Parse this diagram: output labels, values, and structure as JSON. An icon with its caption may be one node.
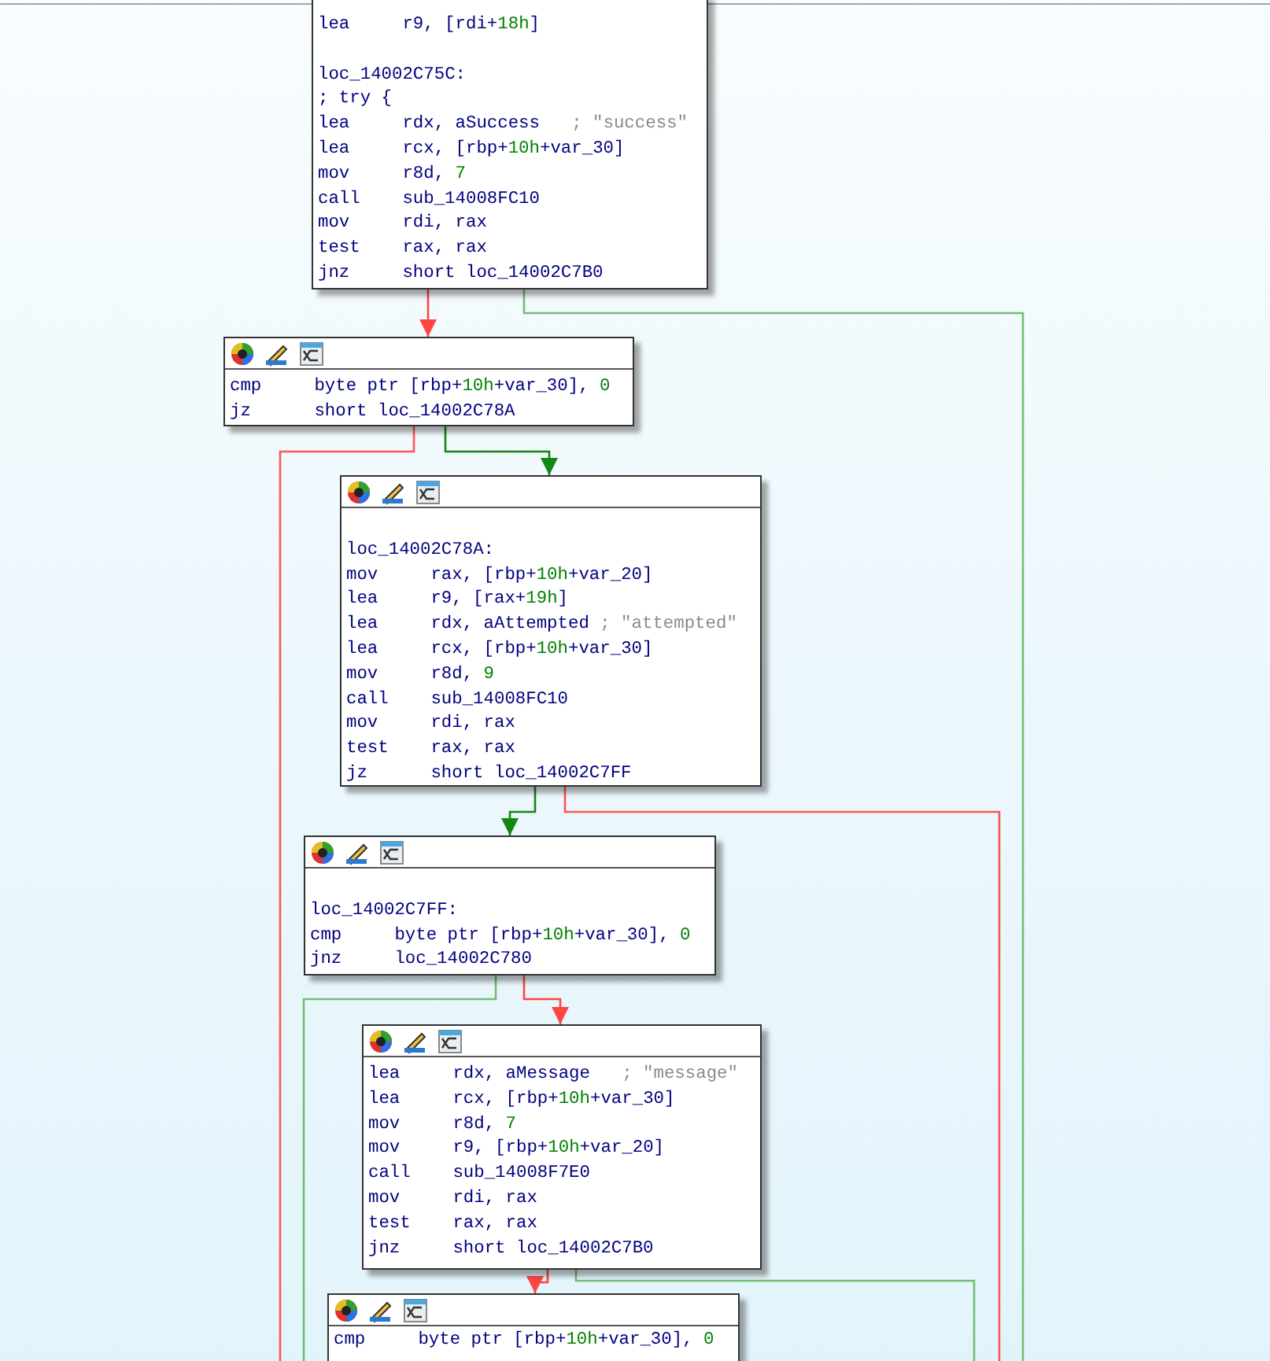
{
  "diagram": {
    "nodes": [
      {
        "text": [
          "lea r9, [rdi+18h]",
          "loc_14002C75C:",
          "; try {",
          "lea rdx, aSuccess ; \"success\"",
          "lea rcx, [rbp+10h+var_30]",
          "mov r8d, 7",
          "call sub_14008FC10",
          "mov rdi, rax",
          "test rax, rax",
          "jnz short loc_14002C7B0"
        ]
      },
      {
        "text": [
          "cmp byte ptr [rbp+10h+var_30], 0",
          "jz short loc_14002C78A"
        ]
      },
      {
        "text": [
          "loc_14002C78A:",
          "mov rax, [rbp+10h+var_20]",
          "lea r9, [rax+19h]",
          "lea rdx, aAttempted ; \"attempted\"",
          "lea rcx, [rbp+10h+var_30]",
          "mov r8d, 9",
          "call sub_14008FC10",
          "mov rdi, rax",
          "test rax, rax",
          "jz short loc_14002C7FF"
        ]
      },
      {
        "text": [
          "loc_14002C7FF:",
          "cmp byte ptr [rbp+10h+var_30], 0",
          "jnz loc_14002C780"
        ]
      },
      {
        "text": [
          "lea rdx, aMessage ; \"message\"",
          "lea rcx, [rbp+10h+var_30]",
          "mov r8d, 7",
          "mov r9, [rbp+10h+var_20]",
          "call sub_14008F7E0",
          "mov rdi, rax",
          "test rax, rax",
          "jnz short loc_14002C7B0"
        ]
      },
      {
        "text": [
          "cmp byte ptr [rbp+10h+var_30], 0"
        ]
      }
    ],
    "edges": [
      {
        "from": 0,
        "to": 1,
        "arrow": "to",
        "color": "#ff4444"
      },
      {
        "from": 0,
        "to": null,
        "arrow": "none",
        "color": "#6fbf6f"
      },
      {
        "from": 1,
        "to": 2,
        "arrow": "to",
        "color": "#118811"
      },
      {
        "from": 1,
        "to": null,
        "arrow": "none",
        "color": "#ff5555"
      },
      {
        "from": 2,
        "to": 3,
        "arrow": "to",
        "color": "#118811"
      },
      {
        "from": 2,
        "to": null,
        "arrow": "none",
        "color": "#ff5555"
      },
      {
        "from": 3,
        "to": 4,
        "arrow": "to",
        "color": "#ff4444"
      },
      {
        "from": 3,
        "to": null,
        "arrow": "none",
        "color": "#6fbf6f"
      },
      {
        "from": 4,
        "to": 5,
        "arrow": "to",
        "color": "#ff4444"
      },
      {
        "from": 4,
        "to": null,
        "arrow": "none",
        "color": "#6fbf6f"
      }
    ]
  }
}
